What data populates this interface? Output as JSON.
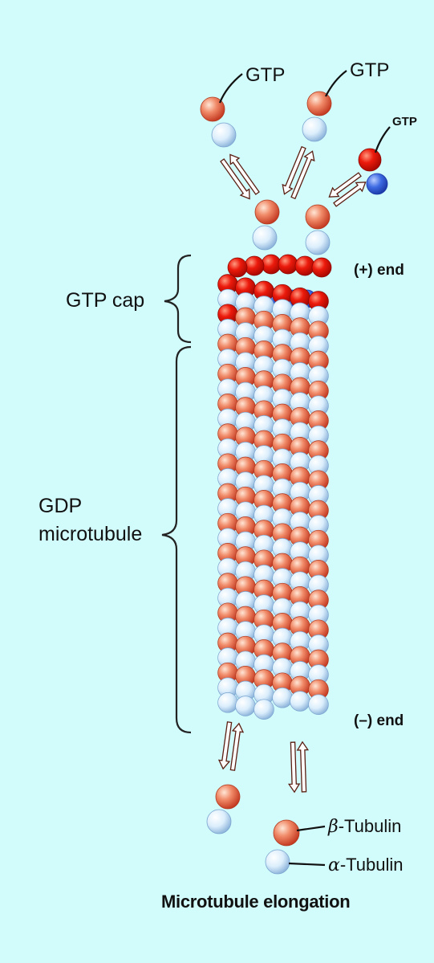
{
  "labels": {
    "gtp_left": "GTP",
    "gtp_middle": "GTP",
    "gtp_right": "GTP",
    "gtp_cap": "GTP cap",
    "gdp_line1": "GDP",
    "gdp_line2": "microtubule",
    "plus_end": "(+) end",
    "minus_end": "(–) end",
    "beta_symbol": "β",
    "beta_text": "-Tubulin",
    "alpha_symbol": "α",
    "alpha_text": "-Tubulin",
    "caption": "Microtubule elongation"
  },
  "colors": {
    "background": "#d2fbfb",
    "beta_tubulin": "#ee6f50",
    "beta_tubulin_gtp": "#e8140c",
    "alpha_tubulin": "#d6ecfb",
    "alpha_tubulin_gtp": "#3a66dd"
  },
  "legend": {
    "beta_tubulin": "red subunit",
    "alpha_tubulin": "light blue subunit"
  },
  "icons": {
    "double_arrow": "double-arrow-icon",
    "brace": "curly-brace-icon"
  }
}
